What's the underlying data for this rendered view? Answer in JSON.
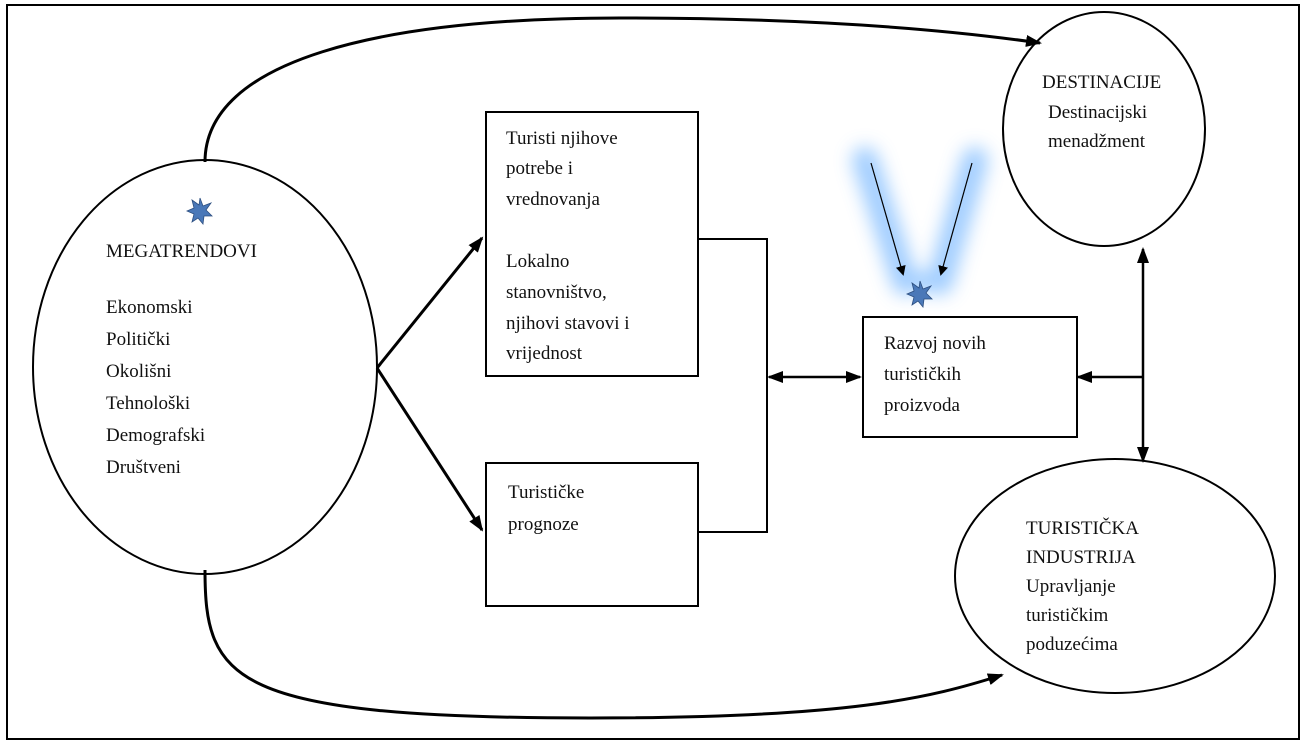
{
  "megatrends": {
    "title": "MEGATRENDOVI",
    "items": [
      "Ekonomski",
      "Politički",
      "Okolišni",
      "Tehnološki",
      "Demografski",
      "Društveni"
    ]
  },
  "tourists_box": {
    "line1": "Turisti njihove",
    "line2": "potrebe i",
    "line3": "vrednovanja",
    "line4": "Lokalno",
    "line5": "stanovništvo,",
    "line6": "njihovi stavovi i",
    "line7": "vrijednost"
  },
  "forecast_box": {
    "line1": "Turističke",
    "line2": "prognoze"
  },
  "product_box": {
    "line1": "Razvoj novih",
    "line2": "turističkih",
    "line3": "proizvoda"
  },
  "destinations": {
    "title": "DESTINACIJE",
    "line1": "Destinacijski",
    "line2": "menadžment"
  },
  "industry": {
    "title1": "TURISTIČKA",
    "title2": "INDUSTRIJA",
    "line1": "Upravljanje",
    "line2": "turističkim",
    "line3": "poduzećima"
  },
  "colors": {
    "star": "#4a78b8",
    "glow": "#8fc4ff",
    "stroke": "#000000"
  }
}
